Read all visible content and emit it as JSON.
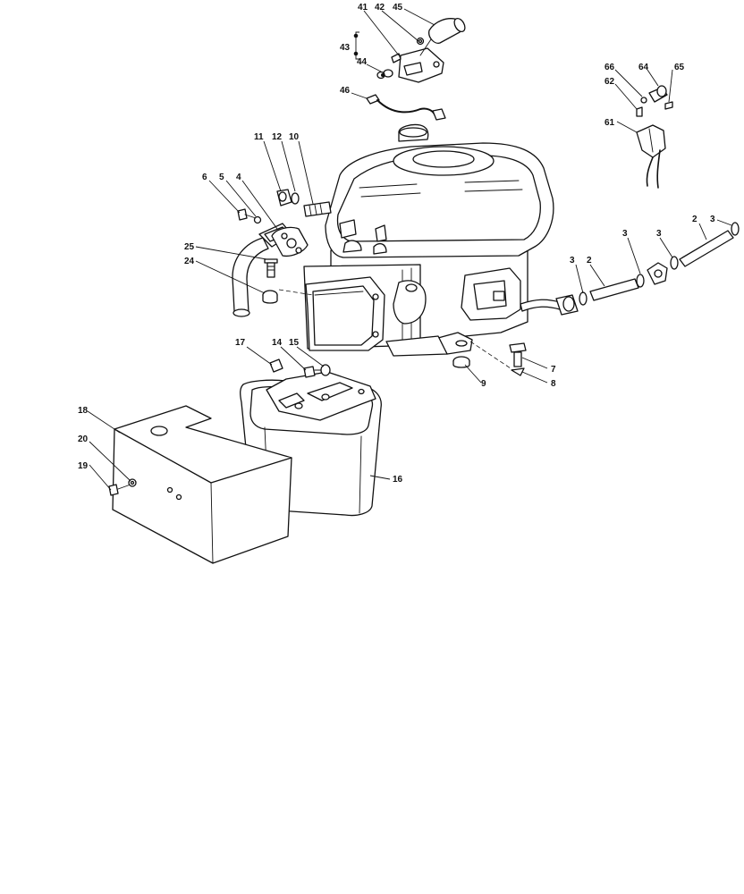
{
  "callouts": {
    "c41": "41",
    "c42": "42",
    "c45": "45",
    "c43": "43",
    "c44": "44",
    "c46": "46",
    "c66": "66",
    "c64": "64",
    "c65": "65",
    "c62": "62",
    "c61": "61",
    "c11": "11",
    "c12": "12",
    "c10": "10",
    "c6": "6",
    "c5": "5",
    "c4": "4",
    "c25": "25",
    "c24": "24",
    "c3a": "3",
    "c2a": "2",
    "c3b": "3",
    "c3c": "3",
    "c2b": "2",
    "c3d": "3",
    "c17": "17",
    "c14": "14",
    "c15": "15",
    "c7": "7",
    "c8": "8",
    "c9": "9",
    "c18": "18",
    "c20": "20",
    "c19": "19",
    "c16": "16"
  }
}
